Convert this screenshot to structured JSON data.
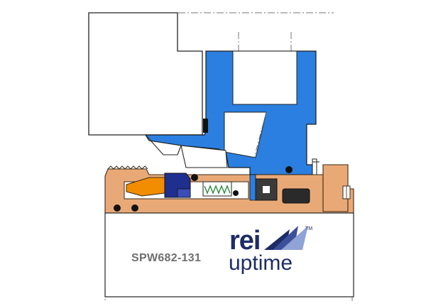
{
  "drawing": {
    "part_number": "SPW682-131",
    "colors": {
      "gland_blue": "#2b7fe0",
      "sleeve_orange": "#e9a977",
      "rotary_orange": "#f28c00",
      "seal_navy": "#1f2f8f",
      "elastomer": "#1a1a1a",
      "outline": "#222222",
      "centerline": "#777777"
    }
  },
  "logo": {
    "brand_line1": "rei",
    "brand_line2": "uptime",
    "trademark": "TM",
    "colors": {
      "text": "#1d2b66",
      "wing_dark": "#1d2b66",
      "wing_light": "#8fa3d6"
    }
  }
}
